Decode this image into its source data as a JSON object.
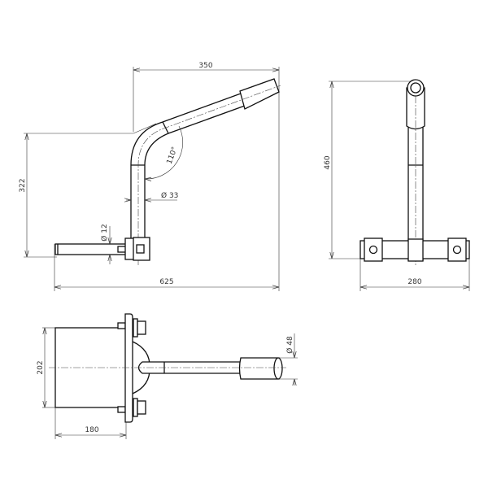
{
  "side_view": {
    "dim_width_top": "350",
    "dim_height": "322",
    "dim_total_width": "625",
    "dim_tube_diameter": "Ø 33",
    "dim_rod_diameter": "Ø 12",
    "dim_angle": "110°"
  },
  "front_view": {
    "dim_height": "460",
    "dim_width": "280"
  },
  "top_view": {
    "dim_height": "202",
    "dim_width": "180",
    "dim_sleeve_diameter": "Ø 48"
  },
  "colors": {
    "line": "#111111",
    "background": "#ffffff"
  }
}
